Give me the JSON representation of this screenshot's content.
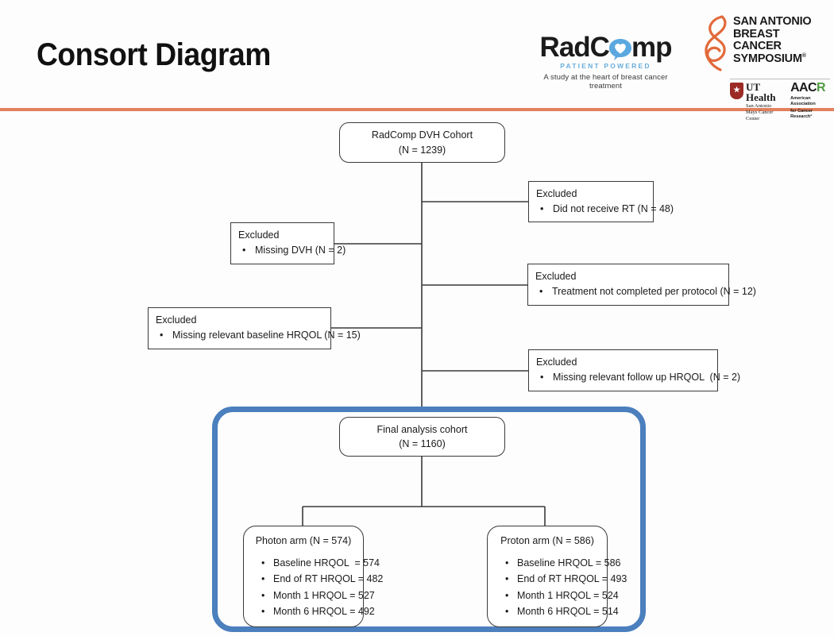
{
  "header": {
    "title": "Consort Diagram",
    "divider_color": "#e2805c",
    "radcomp": {
      "word_left": "RadC",
      "word_right": "mp",
      "heart_icon": "heart-in-speech-bubble-icon",
      "subtitle": "PATIENT POWERED",
      "tagline": "A study at the heart of breast cancer treatment",
      "accent_color": "#6aaedb"
    },
    "sabcs": {
      "line1": "SAN ANTONIO",
      "line2": "BREAST CANCER",
      "line3": "SYMPOSIUM",
      "registered_mark": "®",
      "mark_icon": "ribbon-8-mark-icon",
      "mark_color": "#e2693a",
      "ut_health": {
        "shield_icon": "ut-shield-star-icon",
        "name": "UT Health",
        "city": "San Antonio",
        "center": "Mays Cancer Center",
        "shield_color": "#9b2b24"
      },
      "aacr": {
        "word_a": "AAC",
        "word_r": "R",
        "r_color": "#4f9b3f",
        "sub1": "American Association",
        "sub2": "for Cancer Research°"
      }
    }
  },
  "diagram": {
    "highlight_color": "#4b7fbd",
    "line_color": "#3a3a3a",
    "nodes": {
      "cohort": {
        "line1": "RadComp DVH Cohort",
        "line2": "(N = 1239)"
      },
      "final": {
        "line1": "Final analysis cohort",
        "line2": "(N = 1160)"
      },
      "excluded_rt": {
        "head": "Excluded",
        "item": "Did not receive RT (N = 48)"
      },
      "excluded_dvh": {
        "head": "Excluded",
        "item": "Missing DVH (N = 2)"
      },
      "excluded_protocol": {
        "head": "Excluded",
        "item": "Treatment not completed per protocol (N = 12)"
      },
      "excluded_baseline": {
        "head": "Excluded",
        "item": "Missing relevant baseline HRQOL (N = 15)"
      },
      "excluded_followup": {
        "head": "Excluded",
        "item": "Missing relevant follow up HRQOL  (N = 2)"
      },
      "photon_arm": {
        "title": "Photon arm (N = 574)",
        "items": [
          "Baseline HRQOL  = 574",
          "End of RT HRQOL = 482",
          "Month 1 HRQOL = 527",
          "Month 6 HRQOL = 492"
        ]
      },
      "proton_arm": {
        "title": "Proton arm (N = 586)",
        "items": [
          "Baseline HRQOL = 586",
          "End of RT HRQOL = 493",
          "Month 1 HRQOL = 524",
          "Month 6 HRQOL = 514"
        ]
      }
    },
    "bullet": "•"
  }
}
